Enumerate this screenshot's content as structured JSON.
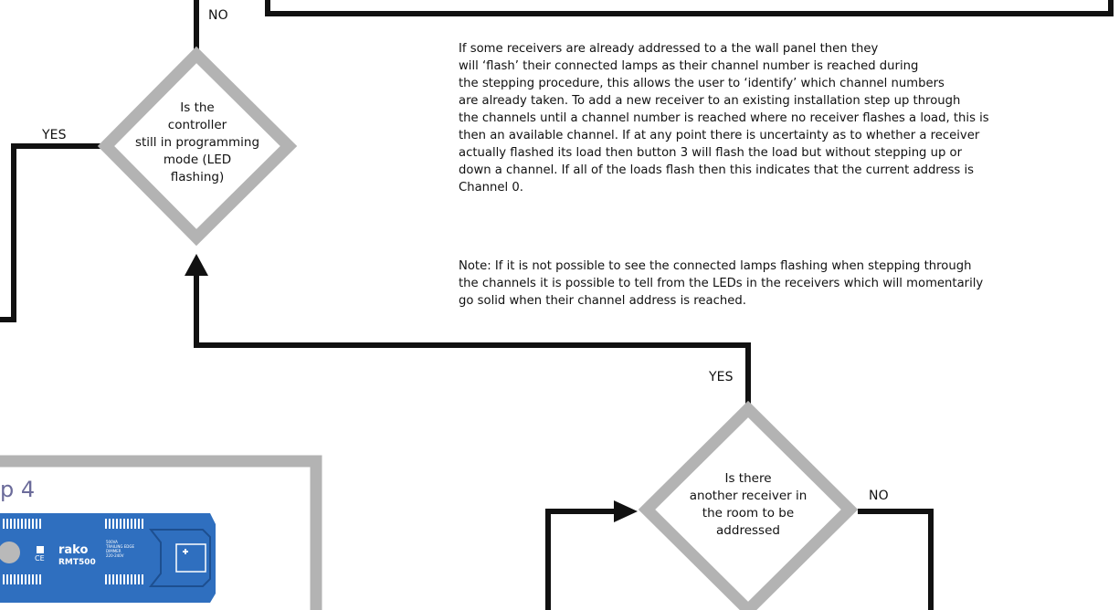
{
  "labels": {
    "no_top": "NO",
    "yes_left": "YES",
    "yes_mid": "YES",
    "no_right": "NO"
  },
  "decision1": [
    "Is the",
    "controller",
    "still in programming",
    "mode (LED",
    "flashing)"
  ],
  "decision2": [
    "Is there",
    "another receiver in",
    "the room to be",
    "addressed"
  ],
  "paragraph1": [
    "If some receivers are already addressed to a the wall panel then they",
    "will ‘flash’ their connected lamps as their channel number is reached during",
    "the stepping procedure, this allows the user to ‘identify’ which channel numbers",
    "are already taken.  To add a new receiver to an existing installation step up through",
    "the channels until a channel number is reached where no receiver flashes a load, this is",
    "then an available channel.  If at any point there is uncertainty as to whether a receiver",
    "actually flashed its load then button 3 will flash the load but without stepping up or",
    "down a channel.  If all of the loads flash then this indicates that the current address is",
    "Channel 0."
  ],
  "paragraph2": [
    "Note: If it is not possible to see the connected lamps flashing when stepping through",
    "the channels it is possible to tell from the LEDs in the receivers which will momentarily",
    "go solid when their channel address is reached."
  ],
  "step_label": "p 4",
  "device": {
    "brand": "rako",
    "model": "RMT500",
    "marks": "CE",
    "fine_print": [
      "500VA",
      "TRAILING EDGE",
      "DIMMER",
      "220-240V"
    ]
  },
  "colors": {
    "line": "#111111",
    "diamond": "#b3b3b3",
    "device_body": "#2f6fbf",
    "step_text": "#6b6b9a"
  }
}
